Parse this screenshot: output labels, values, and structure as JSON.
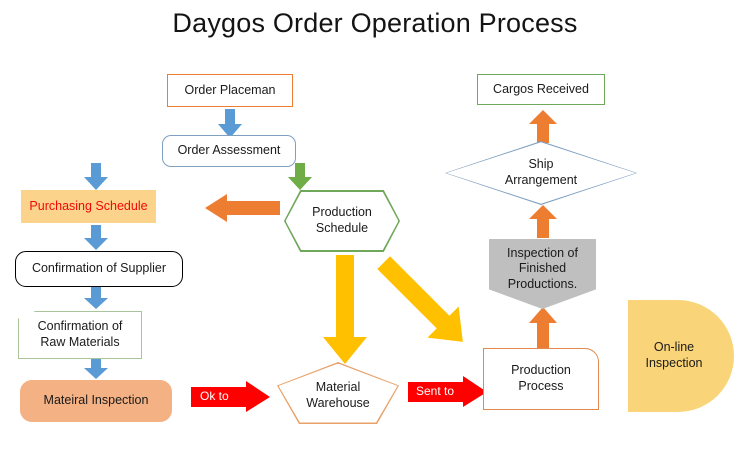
{
  "title": "Daygos Order Operation Process",
  "nodes": {
    "order_placeman": "Order Placeman",
    "order_assessment": "Order Assessment",
    "purchasing_schedule": "Purchasing Schedule",
    "confirmation_supplier": "Confirmation of Supplier",
    "confirmation_raw_materials_l1": "Confirmation of",
    "confirmation_raw_materials_l2": "Raw Materials",
    "material_inspection": "Mateiral Inspection",
    "production_schedule_l1": "Production",
    "production_schedule_l2": "Schedule",
    "material_warehouse_l1": "Material",
    "material_warehouse_l2": "Warehouse",
    "production_process_l1": "Production",
    "production_process_l2": "Process",
    "inspection_finished_l1": "Inspection of",
    "inspection_finished_l2": "Finished",
    "inspection_finished_l3": "Productions.",
    "ship_arrangement_l1": "Ship",
    "ship_arrangement_l2": "Arrangement",
    "cargos_received": "Cargos Received",
    "online_inspection_l1": "On-line",
    "online_inspection_l2": "Inspection"
  },
  "arrow_labels": {
    "ok_to": "Ok to",
    "sent_to": "Sent to"
  },
  "colors": {
    "blue_arrow": "#5B9BD5",
    "green_arrow": "#70AD47",
    "orange_arrow": "#ED7D31",
    "gold_arrow": "#FFC000",
    "red_arrow": "#FF0000",
    "orange_border": "#ED7D31",
    "green_border": "#6FA75B",
    "blue_border": "#7E9FC0",
    "black_border": "#000000",
    "yellow_fill": "#FCD38B",
    "salmon_fill": "#F4B183",
    "gray_fill": "#BFBFBF",
    "gold_fill": "#FAD479",
    "red_text": "#F00808",
    "title_text": "#141414"
  }
}
